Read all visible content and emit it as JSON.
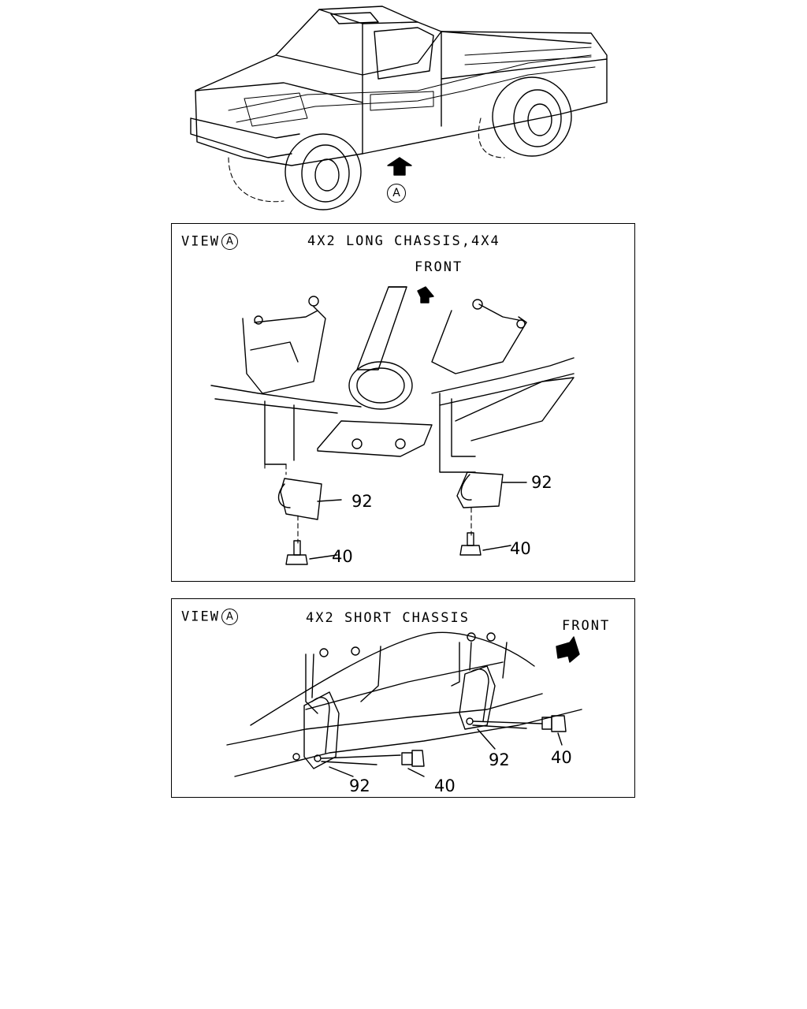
{
  "truck_view": {
    "view_marker": "A"
  },
  "panel_long": {
    "view_label": "VIEW",
    "view_marker": "A",
    "title": "4X2 LONG CHASSIS,4X4",
    "front_label": "FRONT",
    "callouts": {
      "clip_left": "92",
      "clip_right": "92",
      "bolt_left": "40",
      "bolt_right": "40"
    }
  },
  "panel_short": {
    "view_label": "VIEW",
    "view_marker": "A",
    "title": "4X2 SHORT CHASSIS",
    "front_label": "FRONT",
    "callouts": {
      "clip_left": "92",
      "clip_right": "92",
      "bolt_left": "40",
      "bolt_right": "40"
    }
  }
}
